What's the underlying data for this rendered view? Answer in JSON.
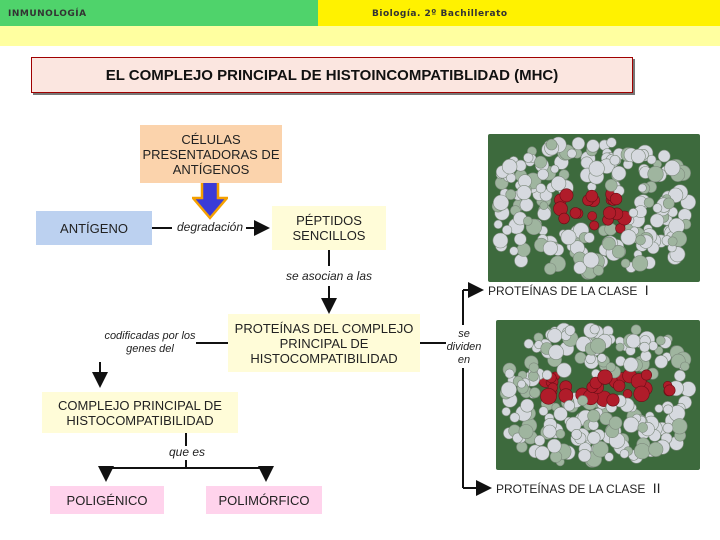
{
  "header": {
    "subject": "INMUNOLOGÍA",
    "course": "Biología. 2º Bachillerato"
  },
  "title": "EL COMPLEJO PRINCIPAL DE HISTOINCOMPATIBLIDAD (MHC)",
  "nodes": {
    "apc": "CÉLULAS PRESENTADORAS DE ANTÍGENOS",
    "antigen": "ANTÍGENO",
    "peptides": "PÉPTIDOS SENCILLOS",
    "mhc_proteins": "PROTEÍNAS DEL COMPLEJO PRINCIPAL DE HISTOCOMPATIBILIDAD",
    "mhc_complex": "COMPLEJO PRINCIPAL DE HISTOCOMPATIBILIDAD",
    "polygenic": "POLIGÉNICO",
    "polymorphic": "POLIMÓRFICO",
    "class1": "PROTEÍNAS DE LA CLASE",
    "class1_num": "I",
    "class2": "PROTEÍNAS DE LA CLASE",
    "class2_num": "II"
  },
  "edges": {
    "degradation": "degradación",
    "associate": "se asocian a las",
    "encoded": "codificadas por los genes del",
    "divide": "se dividen en",
    "which_is": "que es"
  },
  "colors": {
    "header_green": "#4fd36b",
    "header_yellow": "#fff200",
    "header_strip": "#ffffa0",
    "peach": "#fbd3ac",
    "blue": "#bcd1f0",
    "cream": "#fffcd8",
    "pink": "#ffd3ec",
    "arrow_blue": "#3b3bd8",
    "arrow_orange": "#f5a000",
    "peptide_red": "#b01c2a"
  },
  "icons": {
    "down_arrow": "thick-down-arrow-icon",
    "molecule": "protein-molecule-icon"
  }
}
